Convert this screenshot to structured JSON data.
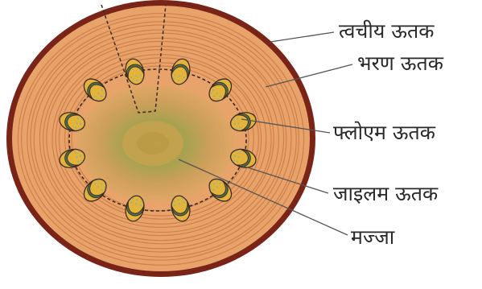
{
  "diagram": {
    "labels": {
      "epidermis": "त्वचीय ऊतक",
      "cortex": "भरण ऊतक",
      "phloem": "फ्लोएम ऊतक",
      "xylem": "जाइलम ऊतक",
      "pith": "मज्जा"
    },
    "colors": {
      "outer_rim": "#7a2418",
      "wood": "#e8a36a",
      "wood_light": "#efb57f",
      "rings": "#c9743f",
      "center_green": "#9aa24c",
      "center_light": "#d8a95a",
      "xylem_green": "#4f6a4a",
      "phloem_yellow": "#e3b33a",
      "dash": "#3a2a20",
      "label_text": "#2a2a2a",
      "leader_line": "#555555"
    },
    "vascular_bundle_count": 12
  }
}
